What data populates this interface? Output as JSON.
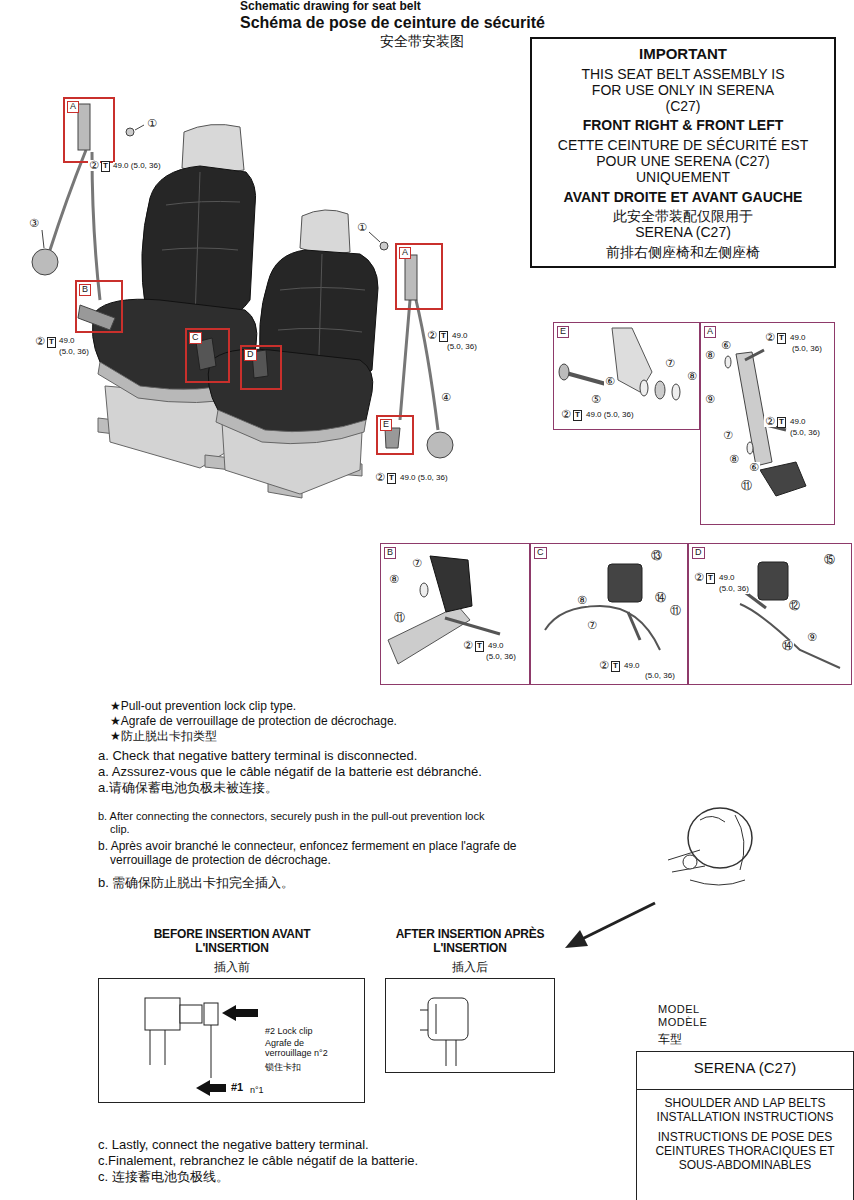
{
  "diagram": {
    "title": "Schéma de pose de ceinture de sécurité",
    "nodes": [
      {
        "text": [
          "IMPORTANT",
          "THIS SEAT BELT ASSEMBLY IS FOR USE ONLY IN SERENA (C27)",
          "FRONT RIGHT & FRONT LEFT",
          "CETTE CEINTURE DE SÉCURITÉ EST POUR UNE SERENA (C27) UNIQUEMENT",
          "AVANT DROITE ET AVANT GAUCHE",
          "此安全带装配仅限用于 SERENA (C27)",
          "前排右侧座椅和左侧座椅"
        ]
      },
      {
        "text": [
          "A"
        ]
      },
      {
        "text": [
          "B"
        ]
      },
      {
        "text": [
          "C"
        ]
      },
      {
        "text": [
          "D"
        ]
      },
      {
        "text": [
          "A"
        ]
      },
      {
        "text": [
          "E"
        ]
      },
      {
        "text": [
          "E"
        ]
      },
      {
        "text": [
          "A"
        ]
      },
      {
        "text": [
          "B"
        ]
      },
      {
        "text": [
          "C"
        ]
      },
      {
        "text": [
          "D"
        ]
      },
      {
        "text": [
          "BEFORE INSERTION AVANT L'INSERTION",
          "插入前",
          "#2 Lock clip",
          "Agrafe de verrouillage n°2",
          "锁住卡扣",
          "#1",
          "n°1"
        ]
      },
      {
        "text": [
          "AFTER INSERTION APRÈS L'INSERTION",
          "插入后"
        ]
      },
      {
        "text": [
          "MODEL MODÈLE",
          "车型",
          "SERENA (C27)",
          "SHOULDER AND LAP BELTS INSTALLATION INSTRUCTIONS",
          "INSTRUCTIONS DE POSE DES CEINTURES THORACIQUES ET SOUS-ABDOMINABLES"
        ]
      }
    ],
    "labels": [
      "Schematic drawing for seat belt",
      "安全带安装图",
      "①",
      "②",
      "T",
      "49.0 (5.0, 36)",
      "③",
      "②",
      "T",
      "49.0",
      "(5.0, 36)",
      "①",
      "②",
      "T",
      "49.0",
      "(5.0, 36)",
      "④",
      "②",
      "T",
      "49.0 (5.0, 36)",
      "⑦",
      "⑧",
      "⑥",
      "⑤",
      "②",
      "T",
      "49.0 (5.0, 36)",
      "⑧",
      "⑥",
      "②",
      "T",
      "49.0",
      "(5.0, 36)",
      "⑨",
      "⑦",
      "②",
      "T",
      "49.0",
      "(5.0, 36)",
      "⑧",
      "⑥",
      "⑪",
      "⑧",
      "⑦",
      "⑪",
      "②",
      "T",
      "49.0",
      "(5.0, 36)",
      "⑬",
      "⑧",
      "⑦",
      "⑭",
      "⑪",
      "②",
      "T",
      "49.0",
      "(5.0, 36)",
      "⑮",
      "②",
      "T",
      "49.0",
      "(5.0, 36)",
      "⑫",
      "⑭",
      "⑨",
      "★Pull-out prevention lock clip type.",
      "★Agrafe de verrouillage de protection de décrochage.",
      "★防止脱出卡扣类型",
      "a. Check that negative battery terminal is disconnected.",
      "a. Azssurez-vous que le câble négatif de la batterie est débranché.",
      "a.请确保蓄电池负极未被连接。",
      "b. After connecting the connectors, securely push in the pull-out prevention lock clip.",
      "b. Après avoir branché le connecteur, enfoncez fermement en place l'agrafe de verrouillage de protection de décrochage.",
      "b. 需确保防止脱出卡扣完全插入。",
      "c. Lastly, connect the negative battery terminal.",
      "c.Finalement, rebranchez le câble négatif de la batterie.",
      "c. 连接蓄电池负极线。"
    ]
  }
}
